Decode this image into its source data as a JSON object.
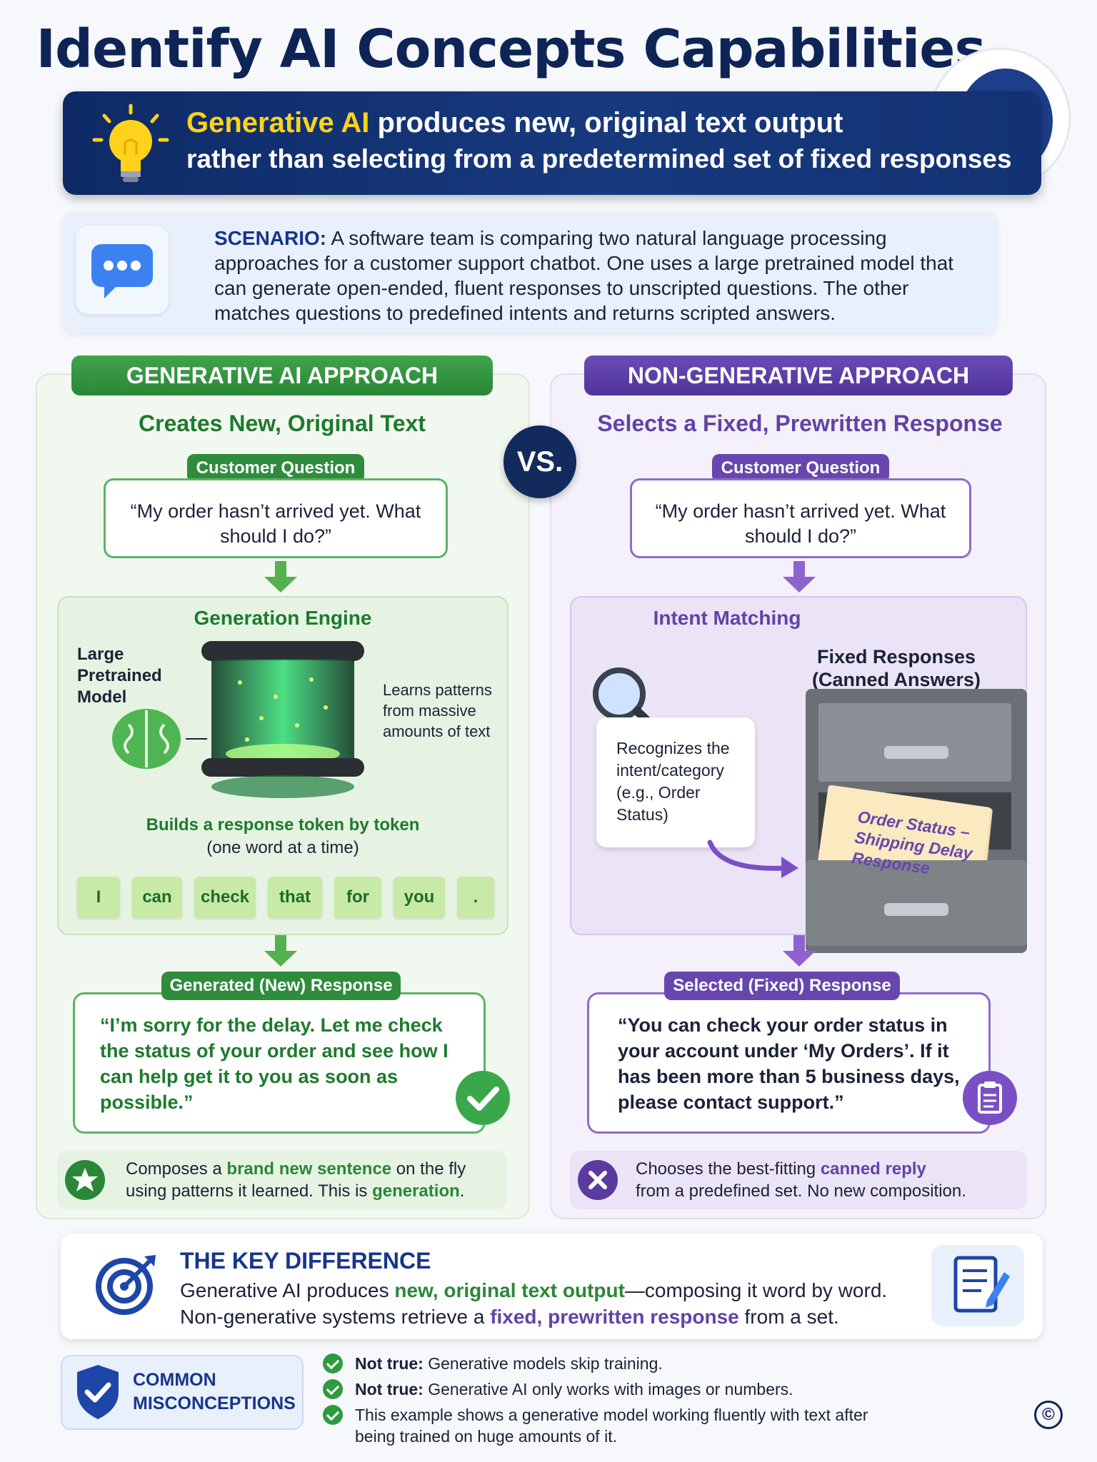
{
  "title": "Identify AI Concepts Capabilities",
  "banner": {
    "highlight": "Generative AI",
    "line1_rest": " produces new, original text output",
    "line2": "rather than selecting from a predetermined set of fixed responses"
  },
  "scenario": {
    "label": "SCENARIO:",
    "text": " A software team is comparing two natural language processing approaches for a customer support chatbot. One uses a large pretrained model that can generate open-ended, fluent responses to unscripted questions. The other matches questions to predefined intents and returns scripted answers."
  },
  "vs": "VS.",
  "left": {
    "header": "GENERATIVE AI APPROACH",
    "subtitle": "Creates New, Original Text",
    "question_label": "Customer Question",
    "question": "“My order hasn’t arrived yet. What should I do?”",
    "engine_title": "Generation Engine",
    "model_label": "Large Pretrained Model",
    "learns": "Learns patterns from massive amounts of text",
    "builds_bold": "Builds a response token by token",
    "builds_rest": "(one word at a time)",
    "tokens": [
      "I",
      "can",
      "check",
      "that",
      "for",
      "you",
      "."
    ],
    "response_label": "Generated (New) Response",
    "response": "“I’m sorry for the delay. Let me check the status of your order and see how I can help get it to you as soon as possible.”",
    "note_a": "Composes a ",
    "note_b": "brand new sentence",
    "note_c": " on the fly",
    "note_d": "using patterns it learned. This is ",
    "note_e": "generation",
    "note_f": "."
  },
  "right": {
    "header": "NON-GENERATIVE APPROACH",
    "subtitle": "Selects a Fixed, Prewritten Response",
    "question_label": "Customer Question",
    "question": "“My order hasn’t arrived yet. What should I do?”",
    "intent_title": "Intent Matching",
    "recognizes": "Recognizes the intent/category (e.g., Order Status)",
    "fixed_label": "Fixed Responses (Canned Answers)",
    "folder_text": "Order Status – Shipping Delay Response",
    "response_label": "Selected (Fixed) Response",
    "response": "“You can check your order status in your account under ‘My Orders’. If it has been more than 5 business days, please contact support.”",
    "note_a": "Chooses the best-fitting ",
    "note_b": "canned reply",
    "note_c": "from a predefined set. No new composition."
  },
  "key": {
    "title": "THE KEY DIFFERENCE",
    "l1_a": "Generative AI produces ",
    "l1_b": "new, original text output",
    "l1_c": "—composing it word by word.",
    "l2_a": "Non-generative systems retrieve a ",
    "l2_b": "fixed, prewritten response",
    "l2_c": " from a set."
  },
  "misconceptions": {
    "title": "COMMON MISCONCEPTIONS",
    "item1_bold": "Not true:",
    "item1": " Generative models skip training.",
    "item2_bold": "Not true:",
    "item2": " Generative AI only works with images or numbers.",
    "item3": "This example shows a generative model working fluently with text after being trained on huge amounts of it."
  },
  "copyright": "©",
  "colors": {
    "navy": "#0f2456",
    "green": "#2f8c3c",
    "purple": "#6746ae",
    "yellow": "#ffd21c"
  },
  "icons": [
    "lightbulb-icon",
    "penguin-mascot",
    "chat-bubble-icon",
    "brain-icon",
    "magnifier-icon",
    "file-cabinet-icon",
    "checkmark-icon",
    "clipboard-icon",
    "star-icon",
    "x-icon",
    "target-icon",
    "document-edit-icon",
    "shield-check-icon"
  ]
}
